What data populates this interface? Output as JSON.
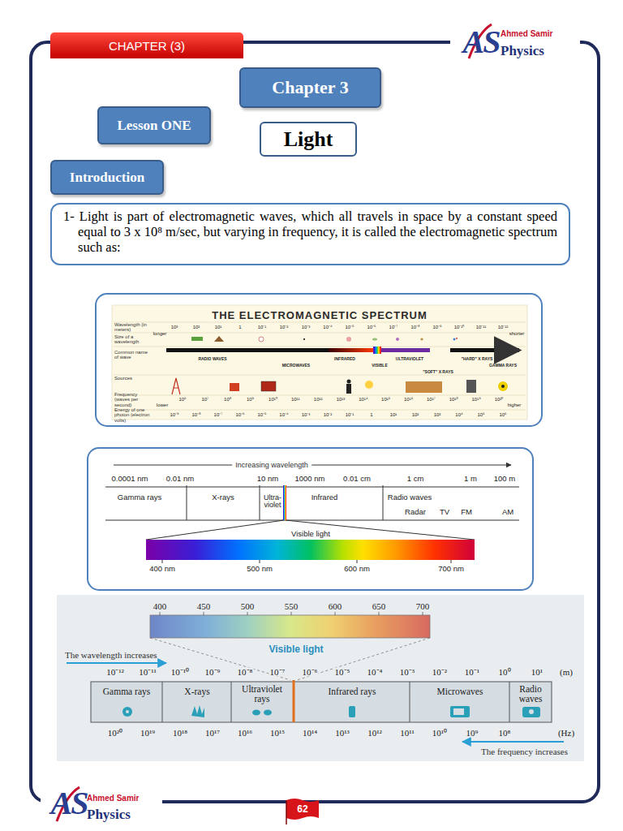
{
  "diagram": {
    "nodes": [
      {
        "text": [
          "CHAPTER (3)"
        ]
      },
      {
        "text": [
          "Chapter 3"
        ]
      },
      {
        "text": [
          "Lesson ONE"
        ]
      },
      {
        "text": [
          "Light"
        ]
      },
      {
        "text": [
          "Introduction"
        ]
      },
      {
        "text": [
          "1- Light is part of electromagnetic waves, which all travels in space by a constant speed equal to 3 x 10⁸ m/sec, but varying in frequency, it is called the electromagnetic spectrum such as:"
        ]
      }
    ],
    "labels": [
      "AS",
      "Ahmed Samir",
      "Physics",
      "THE ELECTROMAGNETIC SPECTRUM",
      "Wavelength (in meters)",
      "Size of a wavelength",
      "Common name of wave",
      "Sources",
      "Frequency (waves per second)",
      "Energy of one photon (electron volts)",
      "longer",
      "10³",
      "10²",
      "10¹",
      "1",
      "10⁻¹",
      "10⁻²",
      "10⁻³",
      "10⁻⁴",
      "10⁻⁵",
      "10⁻⁶",
      "10⁻⁷",
      "10⁻⁸",
      "10⁻⁹",
      "10⁻¹⁰",
      "10⁻¹¹",
      "10⁻¹²",
      "shorter",
      "RADIO WAVES",
      "INFRARED",
      "VISIBLE",
      "ULTRAVIOLET",
      "\"HARD\" X RAYS",
      "MICROWAVES",
      "\"SOFT\" X RAYS",
      "GAMMA RAYS",
      "lower",
      "10⁶",
      "10⁷",
      "10⁸",
      "10⁹",
      "10¹⁰",
      "10¹¹",
      "10¹²",
      "10¹³",
      "10¹⁴",
      "10¹⁵",
      "10¹⁶",
      "10¹⁷",
      "10¹⁸",
      "10¹⁹",
      "10²⁰",
      "higher",
      "10⁻⁹",
      "10⁻⁸",
      "10⁻⁷",
      "10⁻⁶",
      "10⁻⁵",
      "10⁻⁴",
      "10⁻³",
      "10⁻²",
      "10⁻¹",
      "1",
      "10¹",
      "10²",
      "10³",
      "10⁴",
      "10⁵",
      "10⁶",
      "Increasing wavelength",
      "0.0001 nm",
      "0.01 nm",
      "10 nm",
      "1000 nm",
      "0.01 cm",
      "1 cm",
      "1 m",
      "100 m",
      "Gamma rays",
      "X-rays",
      "Ultra- violet",
      "Infrared",
      "Radio waves",
      "Radar",
      "TV",
      "FM",
      "AM",
      "Visible light",
      "400 nm",
      "500 nm",
      "600 nm",
      "700 nm",
      "400",
      "450",
      "500",
      "550",
      "600",
      "650",
      "700",
      "Visible light",
      "The wavelength increases",
      "10⁻¹²",
      "10⁻¹¹",
      "10⁻¹⁰",
      "10⁻⁹",
      "10⁻⁸",
      "10⁻⁷",
      "10⁻⁶",
      "10⁻⁵",
      "10⁻⁴",
      "10⁻³",
      "10⁻²",
      "10⁻¹",
      "10⁰",
      "10¹",
      "(m)",
      "Gamma rays",
      "X-rays",
      "Ultraviolet rays",
      "Infrared rays",
      "Microwaves",
      "Radio waves",
      "10²⁰",
      "10¹⁹",
      "10¹⁸",
      "10¹⁷",
      "10¹⁶",
      "10¹⁵",
      "10¹⁴",
      "10¹³",
      "10¹²",
      "10¹¹",
      "10¹⁰",
      "10⁹",
      "10⁸",
      "(Hz)",
      "The frequency increases",
      "AS",
      "Ahmed Samir",
      "Physics",
      "62"
    ]
  }
}
